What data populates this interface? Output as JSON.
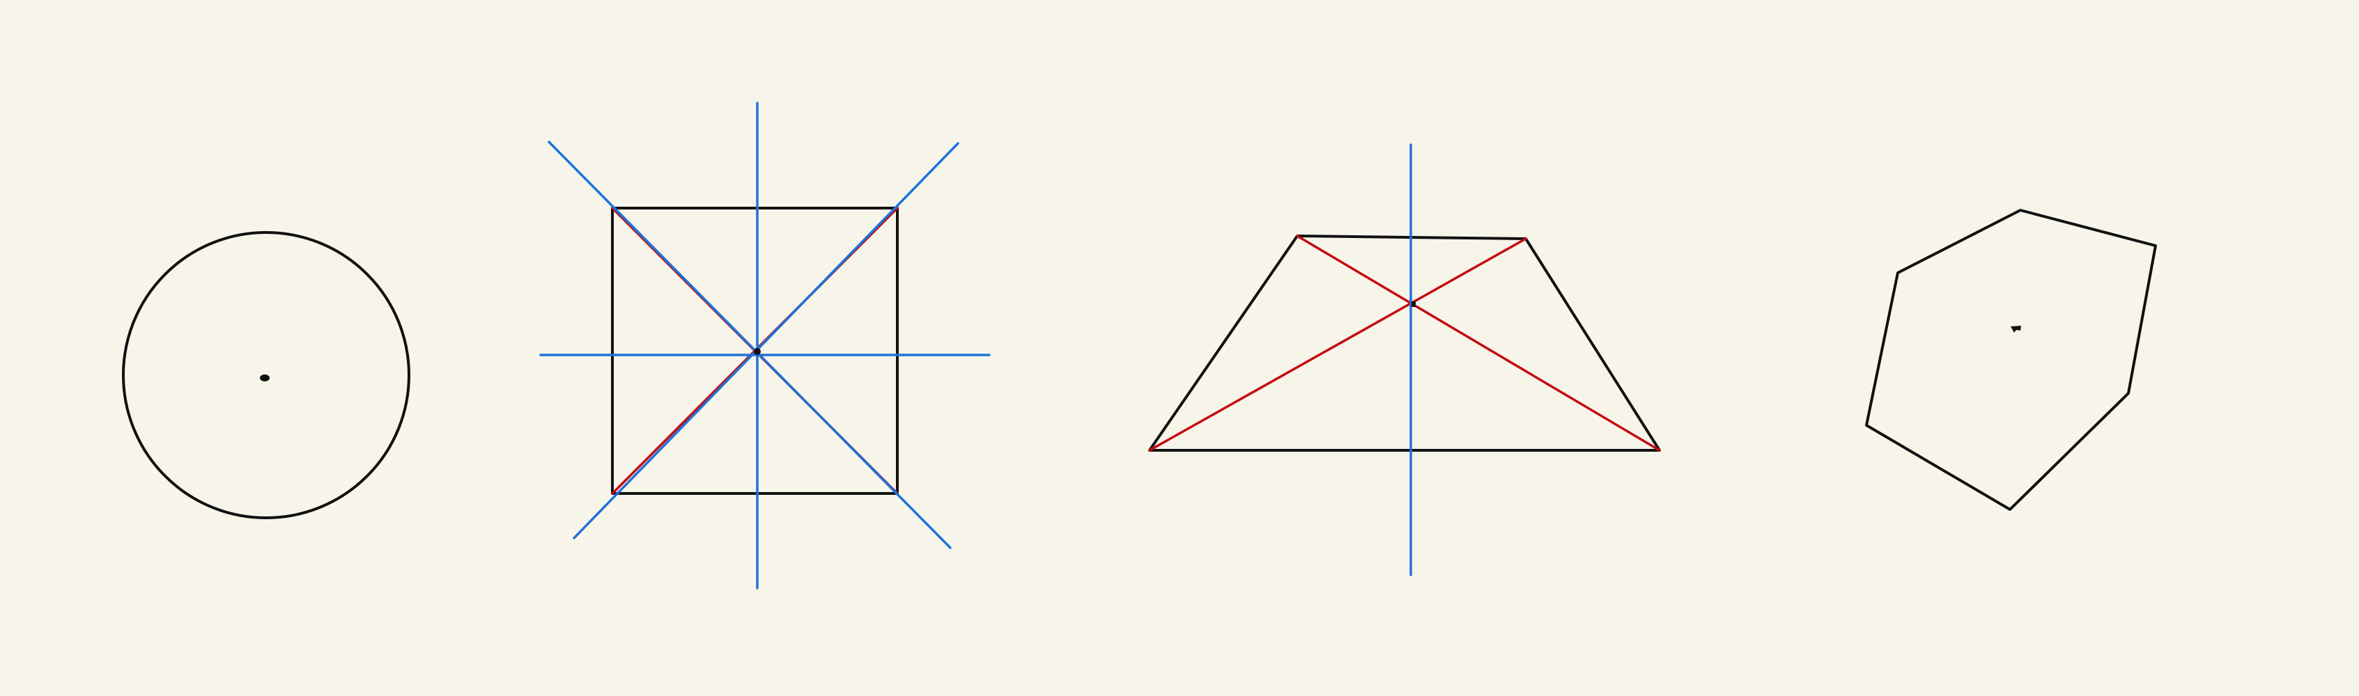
{
  "diagram": {
    "background_color": "#f7f5ea",
    "colors": {
      "outline": "#111111",
      "symmetry_axis": "#1e73d9",
      "diagonal": "#c40d12",
      "center": "#111111"
    },
    "figures": [
      {
        "shape": "circle",
        "symmetry_axes_shown": 0,
        "diagonals_shown": 0,
        "center_marked": true
      },
      {
        "shape": "square",
        "symmetry_axes_shown": 4,
        "diagonals_shown": 2,
        "center_marked": true
      },
      {
        "shape": "trapezoid",
        "symmetry_axes_shown": 1,
        "diagonals_shown": 2,
        "center_marked": false
      },
      {
        "shape": "irregular-hexagon",
        "symmetry_axes_shown": 0,
        "diagonals_shown": 0,
        "center_marked": true
      }
    ]
  }
}
